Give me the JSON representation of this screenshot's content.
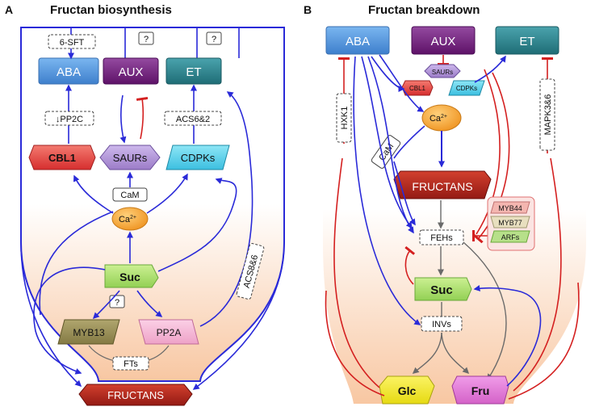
{
  "panel_a": {
    "letter": "A",
    "title": "Fructan biosynthesis",
    "hormones": {
      "aba": "ABA",
      "aux": "AUX",
      "et": "ET"
    },
    "regulators": {
      "sft": "6-SFT",
      "q1": "?",
      "q2": "?",
      "pp2c": "↓PP2C",
      "acs62": "ACS6&2",
      "cam": "CaM",
      "acs86": "ACS8&6",
      "q3": "?",
      "fts": "FTs"
    },
    "kinases": {
      "cbl1": "CBL1",
      "saurs": "SAURs",
      "cdpks": "CDPKs"
    },
    "ca": {
      "base": "Ca",
      "sup": "2+"
    },
    "suc": "Suc",
    "myb13": "MYB13",
    "pp2a": "PP2A",
    "fructans": "FRUCTANS"
  },
  "panel_b": {
    "letter": "B",
    "title": "Fructan breakdown",
    "hormones": {
      "aba": "ABA",
      "aux": "AUX",
      "et": "ET"
    },
    "small": {
      "saurs": "SAURs",
      "cbl1": "CBL1",
      "cdpks": "CDPKs"
    },
    "ca": {
      "base": "Ca",
      "sup": "2+"
    },
    "regulators": {
      "hxk1": "HXK1",
      "cam": "CaM",
      "mapk": "MAPK3&6",
      "fehs": "FEHs",
      "invs": "INVs"
    },
    "fructans": "FRUCTANS",
    "tfs": {
      "myb44": "MYB44",
      "myb77": "MYB77",
      "arfs": "ARFs"
    },
    "suc": "Suc",
    "glc": "Glc",
    "fru": "Fru"
  },
  "colors": {
    "blue_arrow": "#2a2ad8",
    "red_inhibit": "#d42020",
    "gray_arrow": "#6a6a6a",
    "aba": "#5a9be0",
    "aux": "#7a1e86",
    "et": "#2f8791",
    "cbl1": "#ea4a48",
    "saurs": "#b49ad8",
    "cdpks": "#5fd2ec",
    "ca": "#f5a93a",
    "suc": "#aee06e",
    "myb13": "#98905a",
    "pp2a": "#f3b6d7",
    "fructans": "#b5271f",
    "glc": "#f2e81e",
    "fru": "#e07ad6",
    "myb44": "#f4b6b0",
    "myb77": "#e8dfbf",
    "arfs": "#b7e08a",
    "background_gradient": "#f8c7a2"
  }
}
